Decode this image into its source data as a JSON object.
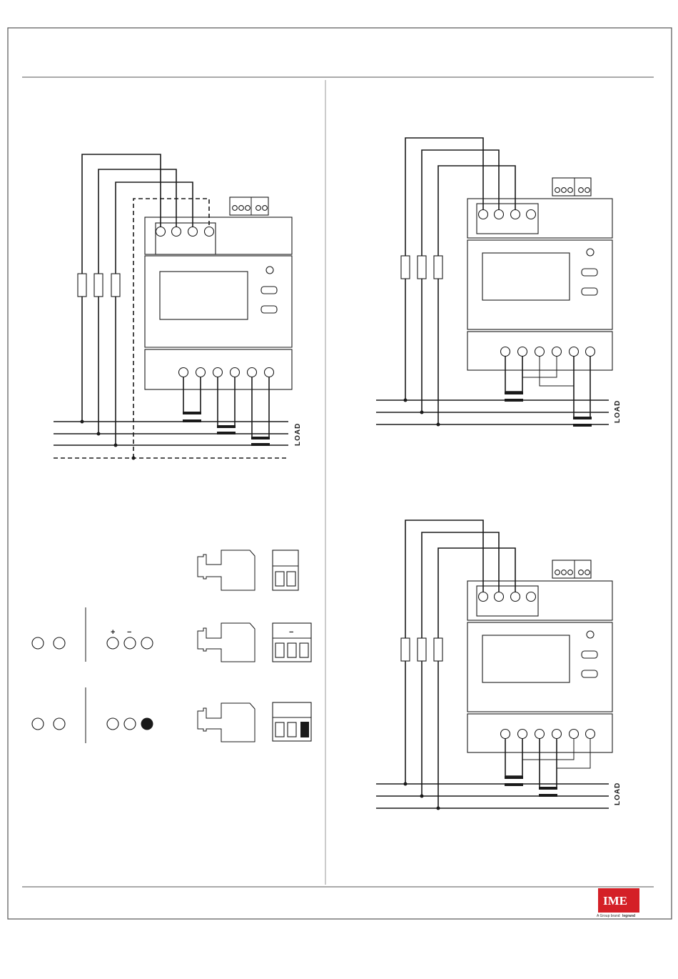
{
  "diagrams": {
    "left_top": {
      "load_label": "LOAD"
    },
    "right_top": {
      "load_label": "LOAD"
    },
    "right_bottom": {
      "load_label": "LOAD"
    }
  },
  "output_connectors": {
    "row2_polarity": {
      "plus": "+",
      "minus": "−"
    },
    "row2_header_mark": "−"
  },
  "brand": {
    "logo_text": "IME",
    "tagline": "A Group brand",
    "parent": "legrand",
    "color": "#d42027"
  },
  "colors": {
    "line": "#1a1a1a",
    "border": "#555555"
  }
}
